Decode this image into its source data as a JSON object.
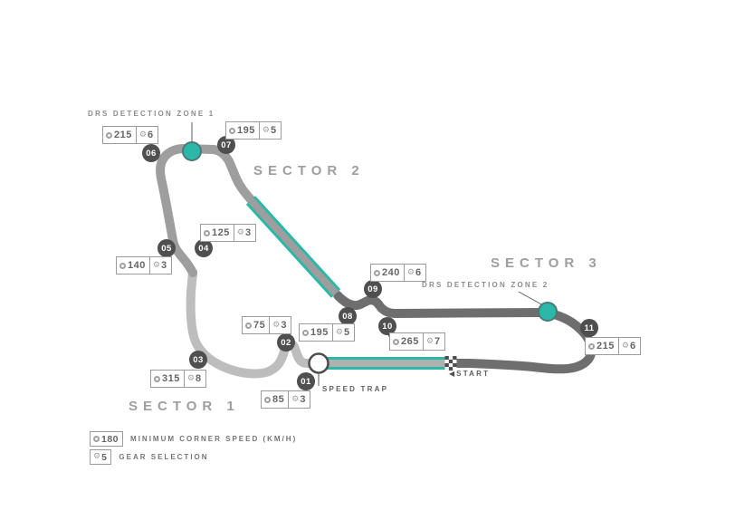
{
  "title": "Race track map with corner speeds, gears, sectors and DRS zones",
  "colors": {
    "sector1": "#bdbdbd",
    "sector2": "#9e9e9e",
    "sector3": "#6e6e6e",
    "teal": "#2bb8a8",
    "teal_circle_stroke": "#4a7a78",
    "straight_center": "#b0b0b0",
    "badge": "#4f4f4f",
    "checker_dark": "#4d4d4d"
  },
  "icons": {
    "gear": "⚙",
    "start_arrow": "◀"
  },
  "sectors": [
    "SECTOR 1",
    "SECTOR 2",
    "SECTOR 3"
  ],
  "drs": {
    "zone1": "DRS DETECTION ZONE 1",
    "zone2": "DRS DETECTION ZONE 2"
  },
  "markers": {
    "speed_trap": "SPEED TRAP",
    "start": "START"
  },
  "corners": [
    {
      "num": "01",
      "speed": "85",
      "gear": "3"
    },
    {
      "num": "02",
      "speed": "75",
      "gear": "3"
    },
    {
      "num": "03",
      "speed": "315",
      "gear": "8"
    },
    {
      "num": "04",
      "speed": "125",
      "gear": "3"
    },
    {
      "num": "05",
      "speed": "140",
      "gear": "3"
    },
    {
      "num": "06",
      "speed": "215",
      "gear": "6"
    },
    {
      "num": "07",
      "speed": "195",
      "gear": "5"
    },
    {
      "num": "08",
      "speed": "195",
      "gear": "5"
    },
    {
      "num": "09",
      "speed": "240",
      "gear": "6"
    },
    {
      "num": "10",
      "speed": "265",
      "gear": "7"
    },
    {
      "num": "11",
      "speed": "215",
      "gear": "6"
    }
  ],
  "legend": {
    "speed_value": "180",
    "speed_label": "MINIMUM CORNER SPEED (KM/H)",
    "gear_value": "5",
    "gear_label": "GEAR SELECTION"
  }
}
